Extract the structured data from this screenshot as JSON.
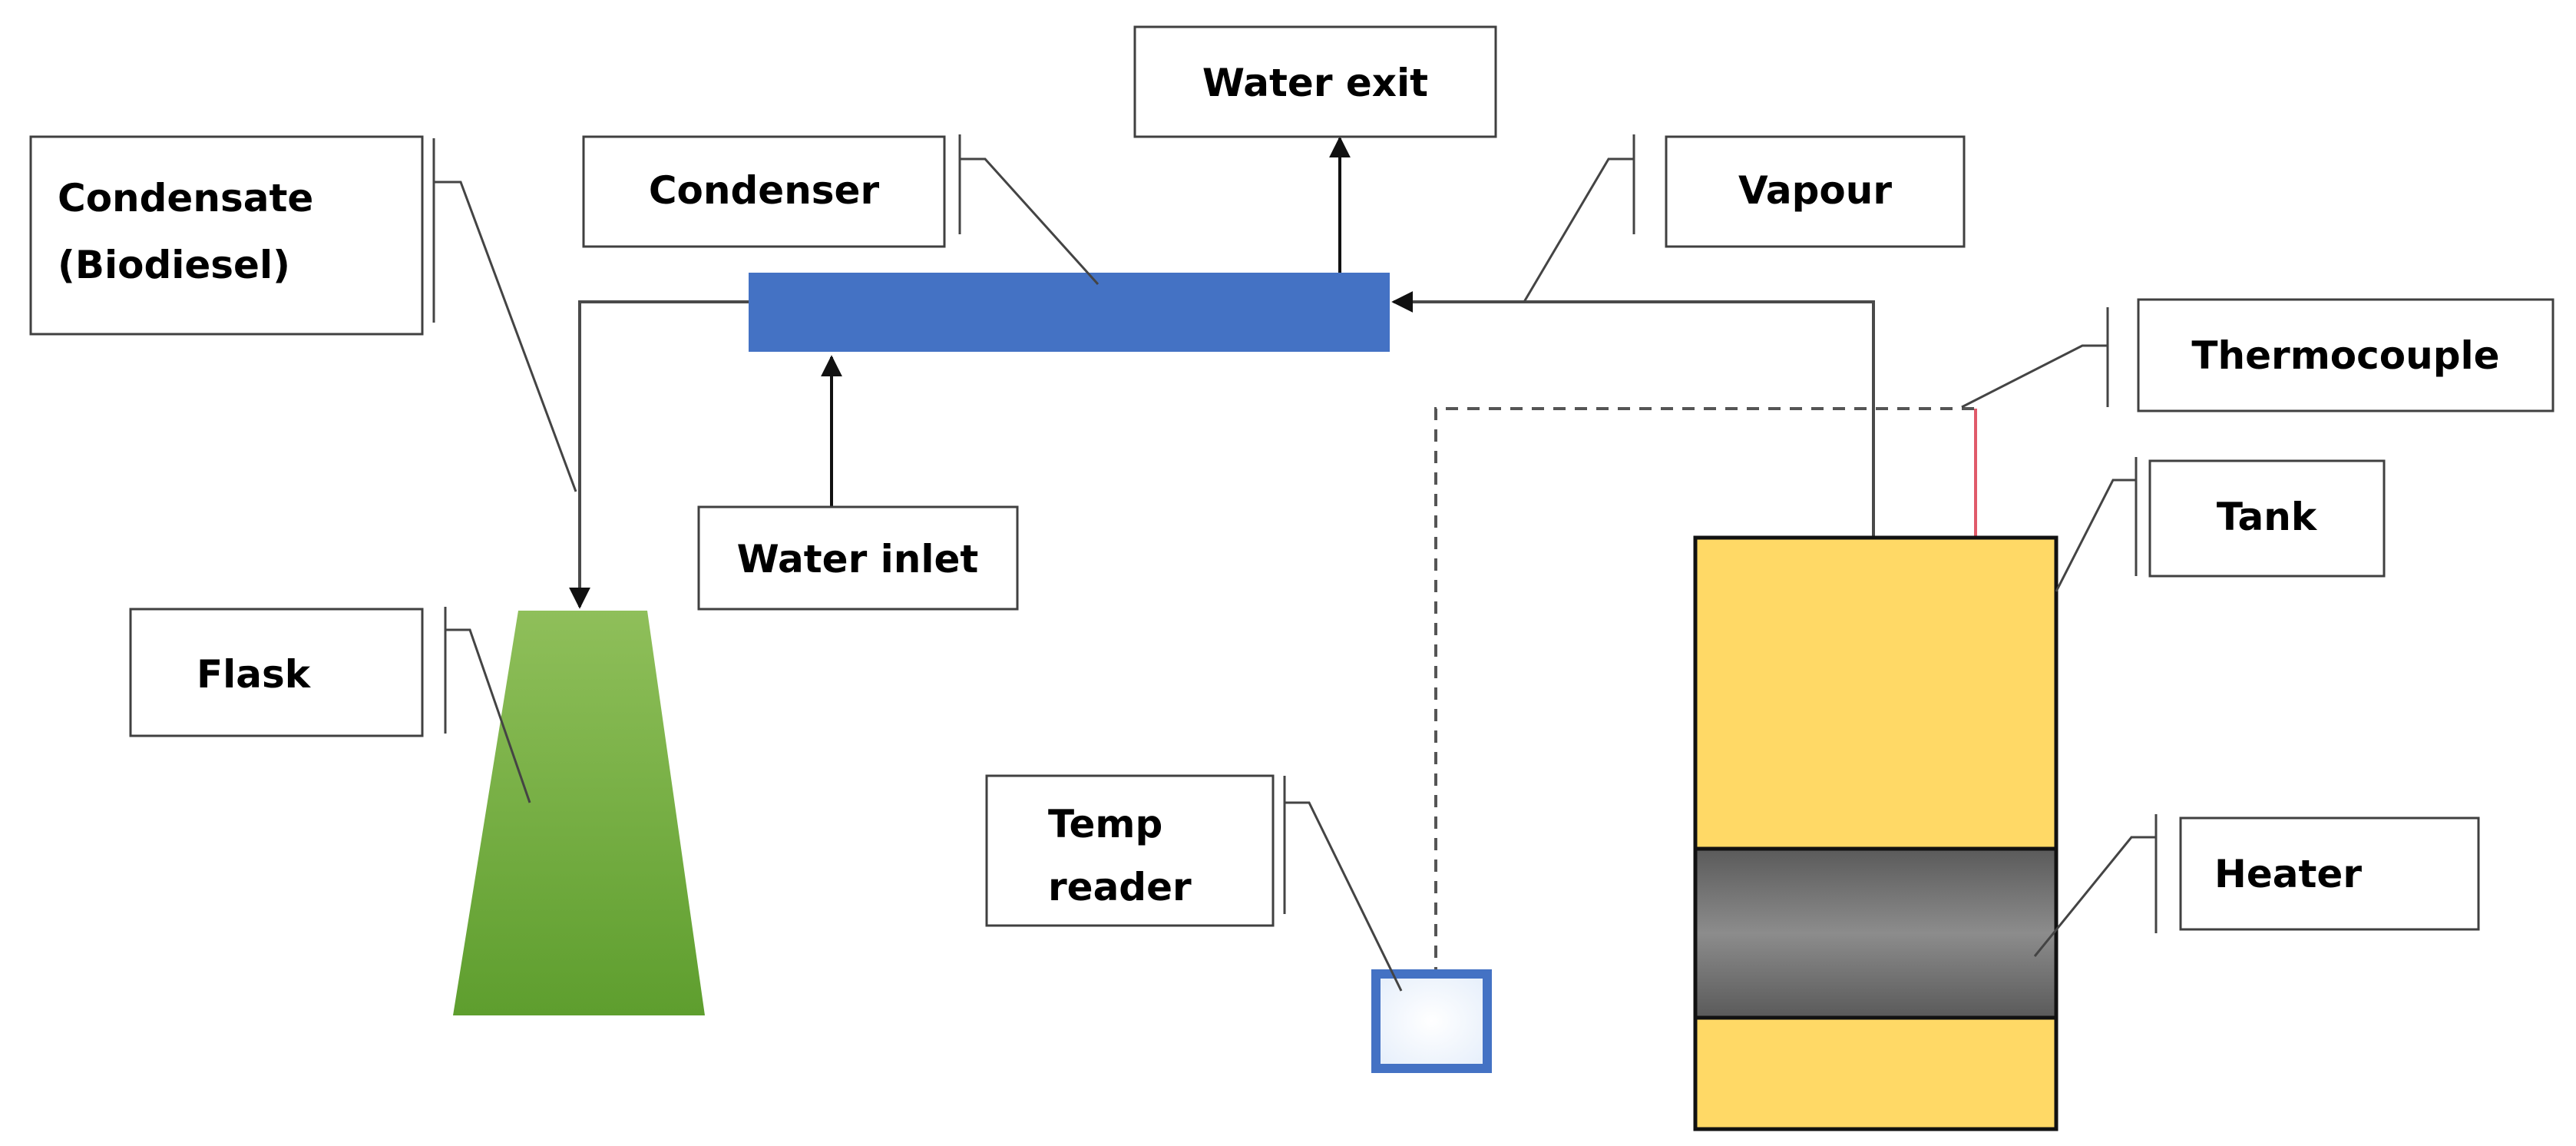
{
  "labels": {
    "water_exit": "Water exit",
    "condenser": "Condenser",
    "vapour": "Vapour",
    "condensate_line1": "Condensate",
    "condensate_line2": "(Biodiesel)",
    "thermocouple": "Thermocouple",
    "water_inlet": "Water inlet",
    "tank": "Tank",
    "flask": "Flask",
    "temp_reader_line1": "Temp",
    "temp_reader_line2": "reader",
    "heater": "Heater"
  },
  "colors": {
    "condenser": "#4472C4",
    "flask_top": "#8FBF5A",
    "flask_bottom": "#5E9E2E",
    "tank": "#FFD966",
    "heater_mid": "#8C8C8C",
    "heater_edge": "#5A5A5A",
    "thermocouple_wire": "#E05A6A",
    "temp_reader_border": "#4472C4"
  }
}
